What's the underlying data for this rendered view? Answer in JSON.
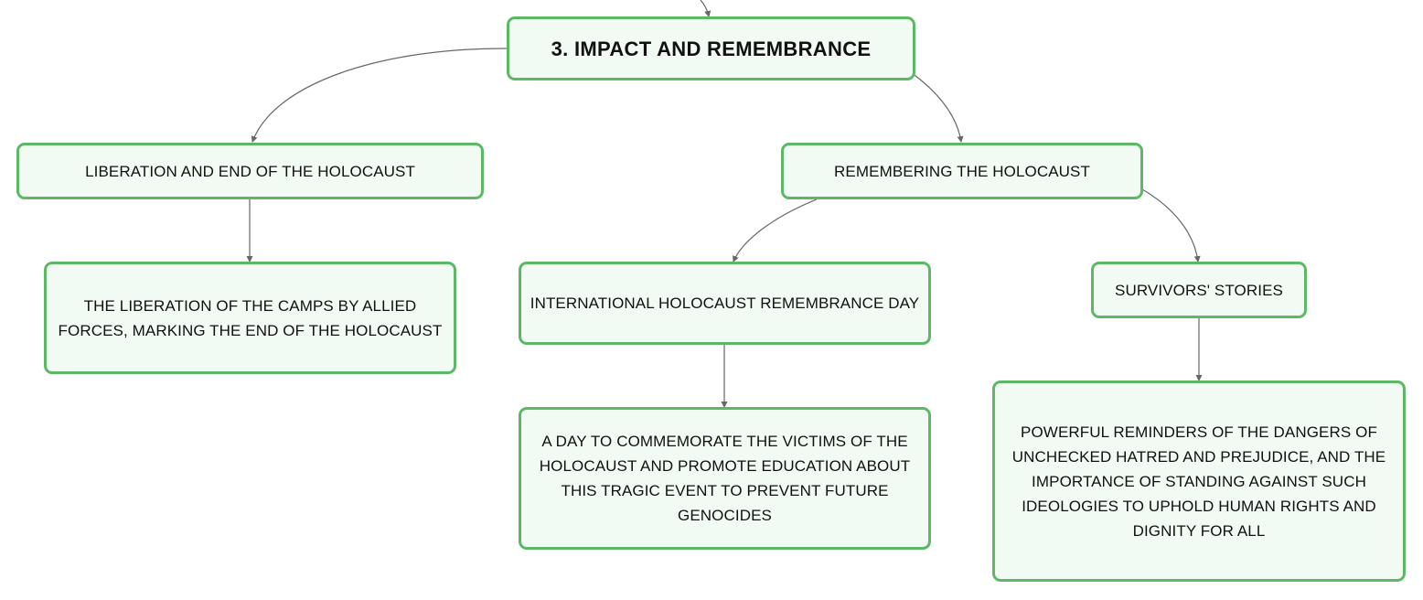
{
  "colors": {
    "node_fill": "#f1faf3",
    "node_border": "#5cb865",
    "edge": "#666666",
    "text": "#111111"
  },
  "diagram": {
    "root": {
      "text": "3. IMPACT AND REMEMBRANCE"
    },
    "liberation": {
      "text": "LIBERATION AND END OF THE HOLOCAUST"
    },
    "liberation_detail": {
      "text": "THE LIBERATION OF THE CAMPS BY ALLIED FORCES, MARKING THE END OF THE HOLOCAUST"
    },
    "remembering": {
      "text": "REMEMBERING THE HOLOCAUST"
    },
    "remembrance_day": {
      "text": "INTERNATIONAL HOLOCAUST REMEMBRANCE DAY"
    },
    "remembrance_day_detail": {
      "text": "A DAY TO COMMEMORATE THE VICTIMS OF THE HOLOCAUST AND PROMOTE EDUCATION ABOUT THIS TRAGIC EVENT TO PREVENT FUTURE GENOCIDES"
    },
    "survivors": {
      "text": "SURVIVORS' STORIES"
    },
    "survivors_detail": {
      "text": "POWERFUL REMINDERS OF THE DANGERS OF UNCHECKED HATRED AND PREJUDICE, AND THE IMPORTANCE OF STANDING AGAINST SUCH IDEOLOGIES TO UPHOLD HUMAN RIGHTS AND DIGNITY FOR ALL"
    }
  }
}
